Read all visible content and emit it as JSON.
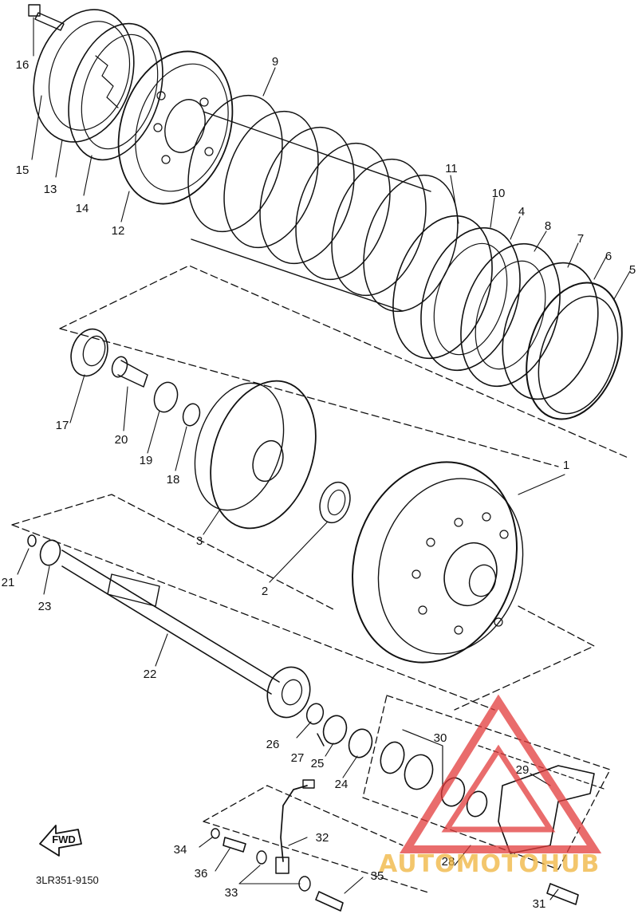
{
  "diagram": {
    "part_code": "3LR351-9150",
    "fwd_label": "FWD",
    "watermark": "AUTOMOTOHUB",
    "watermark_colors": {
      "auto": "#f0b43c",
      "moto": "#f5c45a",
      "hub": "#f0b43c",
      "triangle": "#e23b3b"
    },
    "callouts": [
      "1",
      "2",
      "3",
      "4",
      "5",
      "6",
      "7",
      "8",
      "9",
      "10",
      "11",
      "12",
      "13",
      "14",
      "15",
      "16",
      "17",
      "18",
      "19",
      "20",
      "21",
      "22",
      "23",
      "24",
      "25",
      "26",
      "27",
      "28",
      "29",
      "30",
      "31",
      "32",
      "33",
      "34",
      "35",
      "36"
    ]
  }
}
